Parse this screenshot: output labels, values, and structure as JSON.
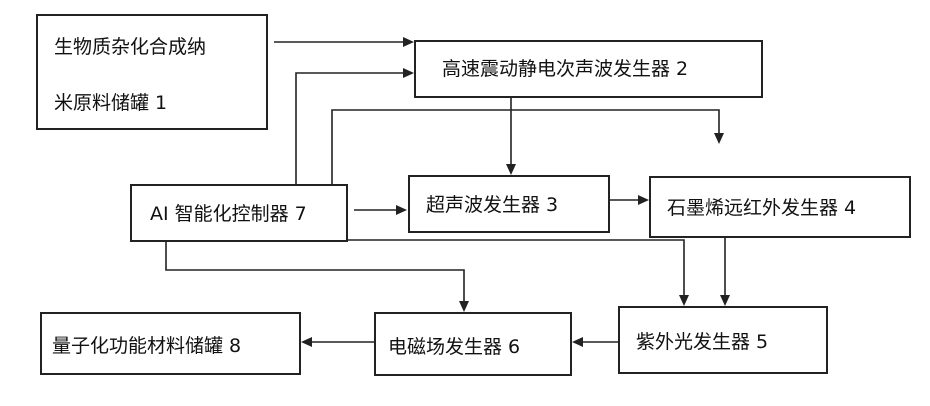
{
  "nodes": {
    "raw_tank": {
      "line1": "生物质杂化合成纳",
      "line2": "米原料储罐 1"
    },
    "sonic_generator": {
      "label": "高速震动静电次声波发生器 2"
    },
    "ultrasonic_generator": {
      "label": "超声波发生器 3"
    },
    "infrared_generator": {
      "label": "石墨烯远红外发生器 4"
    },
    "uv_generator": {
      "label": "紫外光发生器 5"
    },
    "em_generator": {
      "label": "电磁场发生器 6"
    },
    "ai_controller": {
      "label": "AI 智能化控制器 7"
    },
    "output_tank": {
      "label": "量子化功能材料储罐 8"
    }
  },
  "connections": [
    [
      "raw_tank",
      "sonic_generator"
    ],
    [
      "ai_controller",
      "sonic_generator"
    ],
    [
      "sonic_generator",
      "ultrasonic_generator"
    ],
    [
      "ai_controller",
      "infrared_generator"
    ],
    [
      "ai_controller",
      "ultrasonic_generator"
    ],
    [
      "ultrasonic_generator",
      "infrared_generator"
    ],
    [
      "ai_controller",
      "uv_generator"
    ],
    [
      "infrared_generator",
      "uv_generator"
    ],
    [
      "ai_controller",
      "em_generator"
    ],
    [
      "uv_generator",
      "em_generator"
    ],
    [
      "em_generator",
      "output_tank"
    ]
  ]
}
